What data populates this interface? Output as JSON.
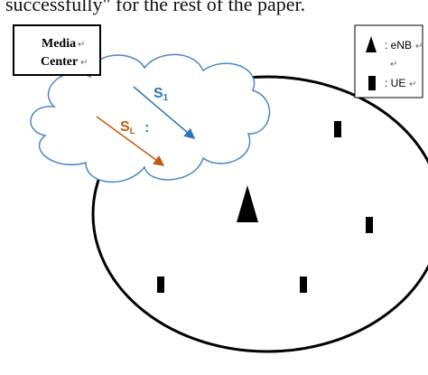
{
  "caption": "successfully\" for the rest of the paper.",
  "media_center": {
    "line1": "Media",
    "line2": "Center"
  },
  "legend": {
    "enb_label": ": eNB",
    "ue_label": ": UE"
  },
  "streams": {
    "s1": {
      "letter": "S",
      "sub": "1",
      "color": "#2e75b6"
    },
    "sl": {
      "letter": "S",
      "sub": "L",
      "color": "#c55a11"
    },
    "ellipsis": ":"
  },
  "colors": {
    "cloud": "#4a86c5",
    "ink": "#000000"
  },
  "return_mark": "↵"
}
